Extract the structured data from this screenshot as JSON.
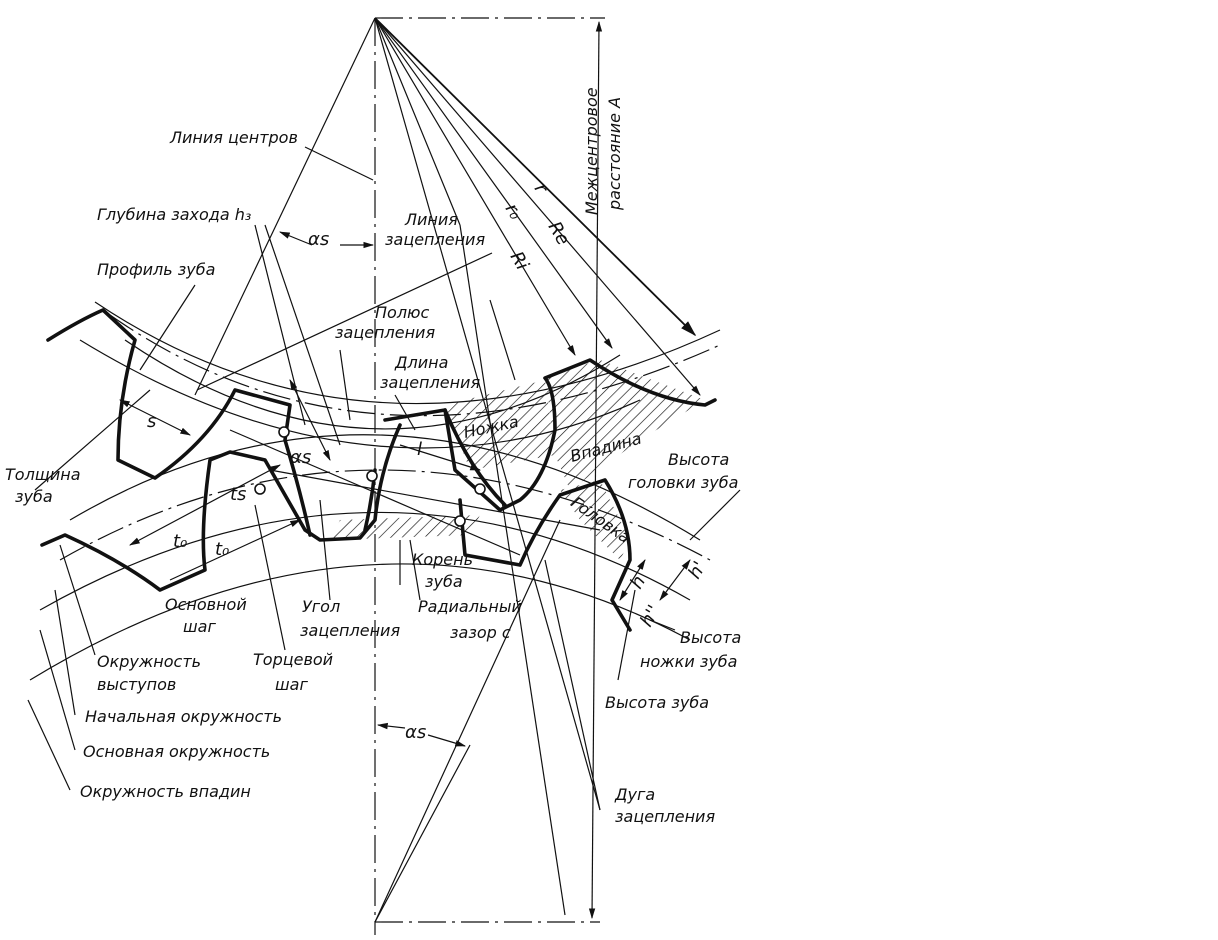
{
  "title": "Элементы зубчатого зацепления",
  "labels": {
    "line_of_centers": "Линия центров",
    "engagement_depth": "Глубина захода h₃",
    "tooth_profile": "Профиль зуба",
    "line_of_action_1": "Линия",
    "line_of_action_2": "зацепления",
    "pitch_point_1": "Полюс",
    "pitch_point_2": "зацепления",
    "length_of_action_1": "Длина",
    "length_of_action_2": "зацепления",
    "tooth_thickness_1": "Толщина",
    "tooth_thickness_2": "зуба",
    "dedendum": "Ножка",
    "space": "Впадина",
    "addendum": "Головка",
    "addendum_height_1": "Высота",
    "addendum_height_2": "головки зуба",
    "base_pitch_1": "Основной",
    "base_pitch_2": "шаг",
    "tooth_root_1": "Корень",
    "tooth_root_2": "зуба",
    "radial_clearance_1": "Радиальный",
    "radial_clearance_2": "зазор c",
    "pressure_angle_1": "Угол",
    "pressure_angle_2": "зацепления",
    "transverse_pitch_1": "Торцевой",
    "transverse_pitch_2": "шаг",
    "addendum_circle_1": "Окружность",
    "addendum_circle_2": "выступов",
    "pitch_circle": "Начальная окружность",
    "base_circle": "Основная окружность",
    "root_circle": "Окружность впадин",
    "dedendum_height_1": "Высота",
    "dedendum_height_2": "ножки зуба",
    "tooth_height": "Высота зуба",
    "arc_of_action_1": "Дуга",
    "arc_of_action_2": "зацепления",
    "center_distance_1": "Межцентровое",
    "center_distance_2": "расстояние A"
  },
  "symbols": {
    "r": "r",
    "r0": "r₀",
    "Re": "Re",
    "Ri": "Ri",
    "alpha_s_top": "αs",
    "alpha_s_mid": "αs",
    "alpha_s_bottom": "αs",
    "s": "s",
    "l": "l",
    "ts": "ts",
    "t0_a": "t₀",
    "t0_b": "t₀",
    "h": "h",
    "h_prime": "h'",
    "h_double_prime": "h''"
  }
}
